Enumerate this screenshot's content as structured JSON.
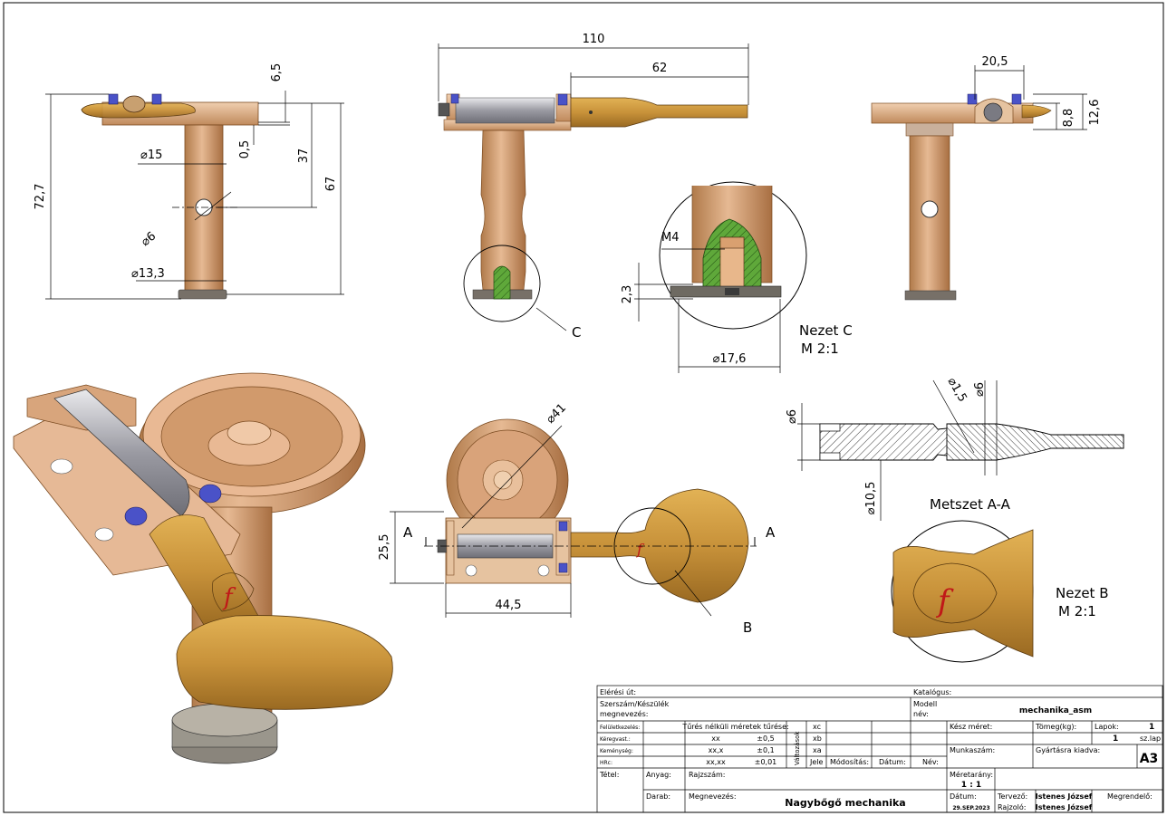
{
  "dims": {
    "d110": "110",
    "d62": "62",
    "d20_5": "20,5",
    "d12_6": "12,6",
    "d8_8": "8,8",
    "d6_5": "6,5",
    "d0_5": "0,5",
    "d37": "37",
    "d67": "67",
    "d72_7": "72,7",
    "d15": "⌀15",
    "d6": "⌀6",
    "d13_3": "⌀13,3",
    "m4": "M4",
    "d2_3": "2,3",
    "d17_6": "⌀17,6",
    "d41": "⌀41",
    "d25_5": "25,5",
    "d44_5": "44,5",
    "s6a": "⌀6",
    "s6b": "⌀6",
    "s1_5": "⌀1,5",
    "s10_5": "⌀10,5"
  },
  "labels": {
    "nezetC": "Nezet C",
    "nezetC_scale": "M 2:1",
    "nezetB": "Nezet B",
    "nezetB_scale": "M 2:1",
    "metszet": "Metszet A-A",
    "callC": "C",
    "callB": "B",
    "secA_left": "A",
    "secA_right": "A"
  },
  "titleblock": {
    "eleresi": "Elérési út:",
    "katalogus": "Katalógus:",
    "szerszam": "Szerszám/Készülék",
    "megnevezes_lbl": "megnevezés:",
    "modell": "Modell",
    "nev": "név:",
    "modell_value": "mechanika_asm",
    "feluletkezeles": "Felületkezelés:",
    "keregvast": "Kéregvast.:",
    "kemenyseg": "Keménység:",
    "hrc": "HRc:",
    "turesek_title": "Tűrés nélküli méretek tűrése:",
    "tol": [
      [
        "xx",
        "±0,5"
      ],
      [
        "xx,x",
        "±0,1"
      ],
      [
        "xx,xx",
        "±0,01"
      ]
    ],
    "valtozasok": "Változások",
    "xc": "xc",
    "xb": "xb",
    "xa": "xa",
    "jele": "Jele",
    "modositas": "Módosítás:",
    "datum": "Dátum:",
    "nev2": "Név:",
    "kesz_meret": "Kész méret:",
    "tomeg": "Tömeg(kg):",
    "lapok": "Lapok:",
    "lapok_val": "1",
    "lap_val": "1",
    "szlap": "sz.lap",
    "munkaszam": "Munkaszám:",
    "gyartasra": "Gyártásra kiadva:",
    "format": "A3",
    "tetel": "Tétel:",
    "anyag": "Anyag:",
    "rajzszam": "Rajzszám:",
    "darab": "Darab:",
    "megnevezes2": "Megnevezés:",
    "title_value": "Nagybőgő mechanika",
    "meretarany": "Méretarány:",
    "meretarany_val": "1 : 1",
    "datum2": "Dátum:",
    "datum_val": "29.SEP.2023",
    "tervezo": "Tervező:",
    "tervezo_val": "Istenes József",
    "rajzolo": "Rajzoló:",
    "rajzolo_val": "Istenes József",
    "megrendelo": "Megrendelő:"
  }
}
